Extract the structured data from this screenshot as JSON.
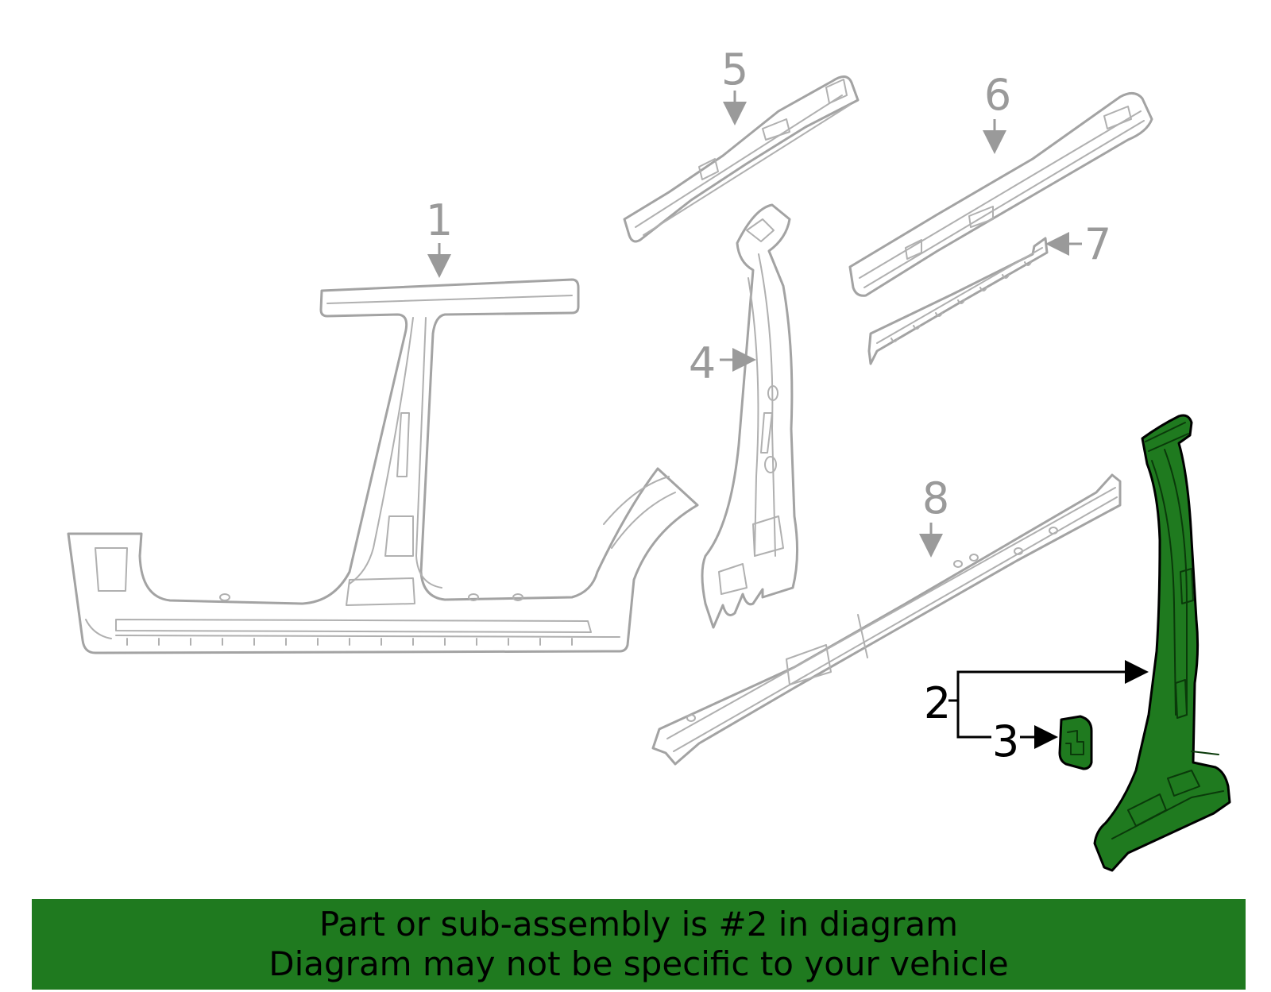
{
  "callouts": {
    "c1": "1",
    "c2": "2",
    "c3": "3",
    "c4": "4",
    "c5": "5",
    "c6": "6",
    "c7": "7",
    "c8": "8"
  },
  "banner": {
    "line1": "Part or sub-assembly is #2 in diagram",
    "line2": "Diagram may not be specific to your vehicle"
  },
  "colors": {
    "highlight": "#1f7a1f",
    "outline": "#a3a3a3",
    "label_gray": "#9a9a9a"
  }
}
